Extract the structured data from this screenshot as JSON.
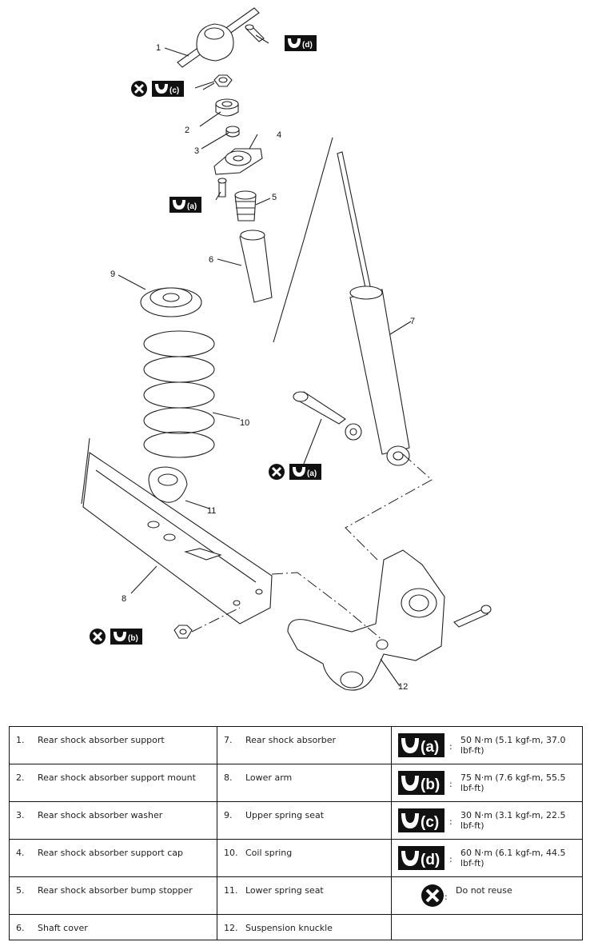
{
  "callouts": {
    "c1": "1",
    "c2": "2",
    "c3": "3",
    "c4": "4",
    "c5": "5",
    "c6": "6",
    "c7": "7",
    "c8": "8",
    "c9": "9",
    "c10": "10",
    "c11": "11",
    "c12": "12"
  },
  "torque_tags": {
    "a": "(a)",
    "b": "(b)",
    "c": "(c)",
    "d": "(d)"
  },
  "legend": {
    "left": [
      {
        "num": "1.",
        "label": "Rear shock absorber support"
      },
      {
        "num": "2.",
        "label": "Rear shock absorber support mount"
      },
      {
        "num": "3.",
        "label": "Rear shock absorber washer"
      },
      {
        "num": "4.",
        "label": "Rear shock absorber support cap"
      },
      {
        "num": "5.",
        "label": "Rear shock absorber bump stopper"
      },
      {
        "num": "6.",
        "label": "Shaft cover"
      }
    ],
    "middle": [
      {
        "num": "7.",
        "label": "Rear shock absorber"
      },
      {
        "num": "8.",
        "label": "Lower arm"
      },
      {
        "num": "9.",
        "label": "Upper spring seat"
      },
      {
        "num": "10.",
        "label": "Coil spring"
      },
      {
        "num": "11.",
        "label": "Lower spring seat"
      },
      {
        "num": "12.",
        "label": "Suspension knuckle"
      }
    ],
    "torques": [
      {
        "tag": "(a)",
        "value": "50 N·m (5.1 kgf-m, 37.0 lbf-ft)"
      },
      {
        "tag": "(b)",
        "value": "75 N·m (7.6 kgf-m, 55.5 lbf-ft)"
      },
      {
        "tag": "(c)",
        "value": "30 N·m (3.1 kgf-m, 22.5 lbf-ft)"
      },
      {
        "tag": "(d)",
        "value": "60 N·m (6.1 kgf-m, 44.5 lbf-ft)"
      }
    ],
    "do_not_reuse": {
      "colon": ":",
      "label": "Do not reuse"
    },
    "colon": ":"
  }
}
